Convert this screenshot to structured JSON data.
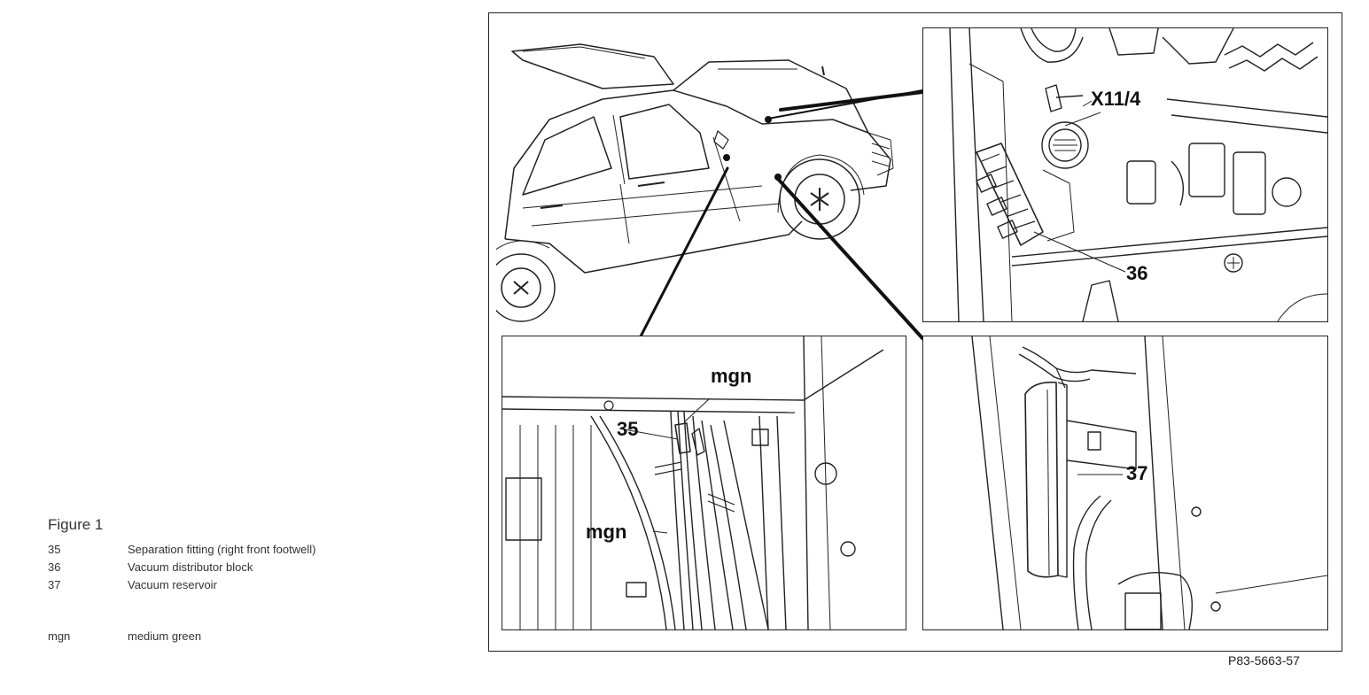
{
  "legend": {
    "title": "Figure 1",
    "items": [
      {
        "key": "35",
        "label": "Separation fitting (right front footwell)"
      },
      {
        "key": "36",
        "label": "Vacuum distributor block"
      },
      {
        "key": "37",
        "label": "Vacuum reservoir"
      }
    ],
    "abbreviations": [
      {
        "key": "mgn",
        "label": "medium green"
      }
    ]
  },
  "callouts": {
    "connector": "X11/4",
    "block": "36",
    "fitting": "35",
    "wire_top": "mgn",
    "wire_bottom": "mgn",
    "reservoir": "37"
  },
  "reference_code": "P83-5663-57"
}
